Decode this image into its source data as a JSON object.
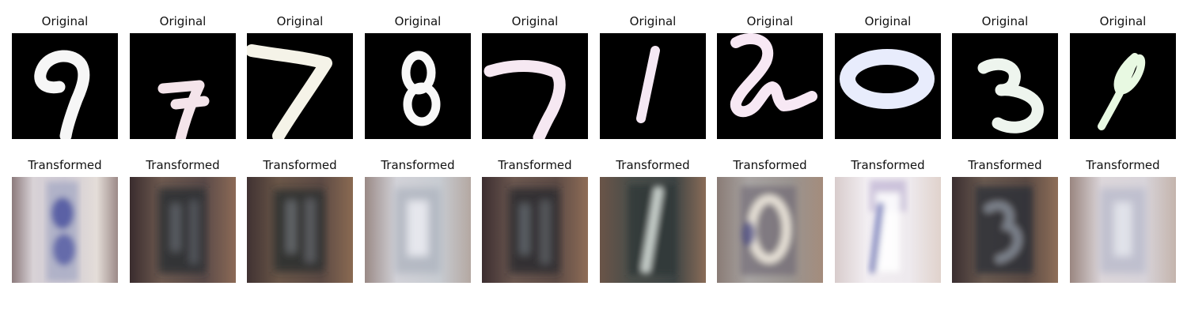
{
  "rows": [
    {
      "title": "Original",
      "items": [
        {
          "content": "handwritten digit 9, white stroke on black"
        },
        {
          "content": "handwritten digit 7, pink-tinted stroke on black"
        },
        {
          "content": "handwritten digit 7, cream stroke on black"
        },
        {
          "content": "handwritten digit 8, white stroke on black"
        },
        {
          "content": "handwritten digit 7, pale pink stroke on black"
        },
        {
          "content": "handwritten digit 1, pale pink stroke on black"
        },
        {
          "content": "handwritten digit 2, pale pink stroke on black"
        },
        {
          "content": "handwritten digit 0, pale blue stroke on black"
        },
        {
          "content": "handwritten digit 3, pale green-white stroke on black"
        },
        {
          "content": "handwritten digit 9, pale green stroke on black"
        }
      ]
    },
    {
      "title": "Transformed",
      "items": [
        {
          "content": "blurry street-number style digit, blue on pale background"
        },
        {
          "content": "blurry dark digit on dark brown background"
        },
        {
          "content": "blurry dark digit on dark brown background"
        },
        {
          "content": "blurry pale digit on light grey background"
        },
        {
          "content": "blurry dark digit on dark brown background"
        },
        {
          "content": "blurry digit 1, light on dark background"
        },
        {
          "content": "blurry digit 0, light on mottled background"
        },
        {
          "content": "blurry digit 1, blue on white background"
        },
        {
          "content": "blurry dark digit on brown background"
        },
        {
          "content": "blurry pale digit on light background"
        }
      ]
    }
  ],
  "colors": {
    "original_background": "#000000",
    "stroke_colors": [
      "#f6f6f6",
      "#f4e4ea",
      "#f5f3e8",
      "#f8f8f8",
      "#f6e8f2",
      "#f5e8f4",
      "#f7e8f4",
      "#e8ecfc",
      "#eef5ee",
      "#e8f9e2"
    ]
  }
}
